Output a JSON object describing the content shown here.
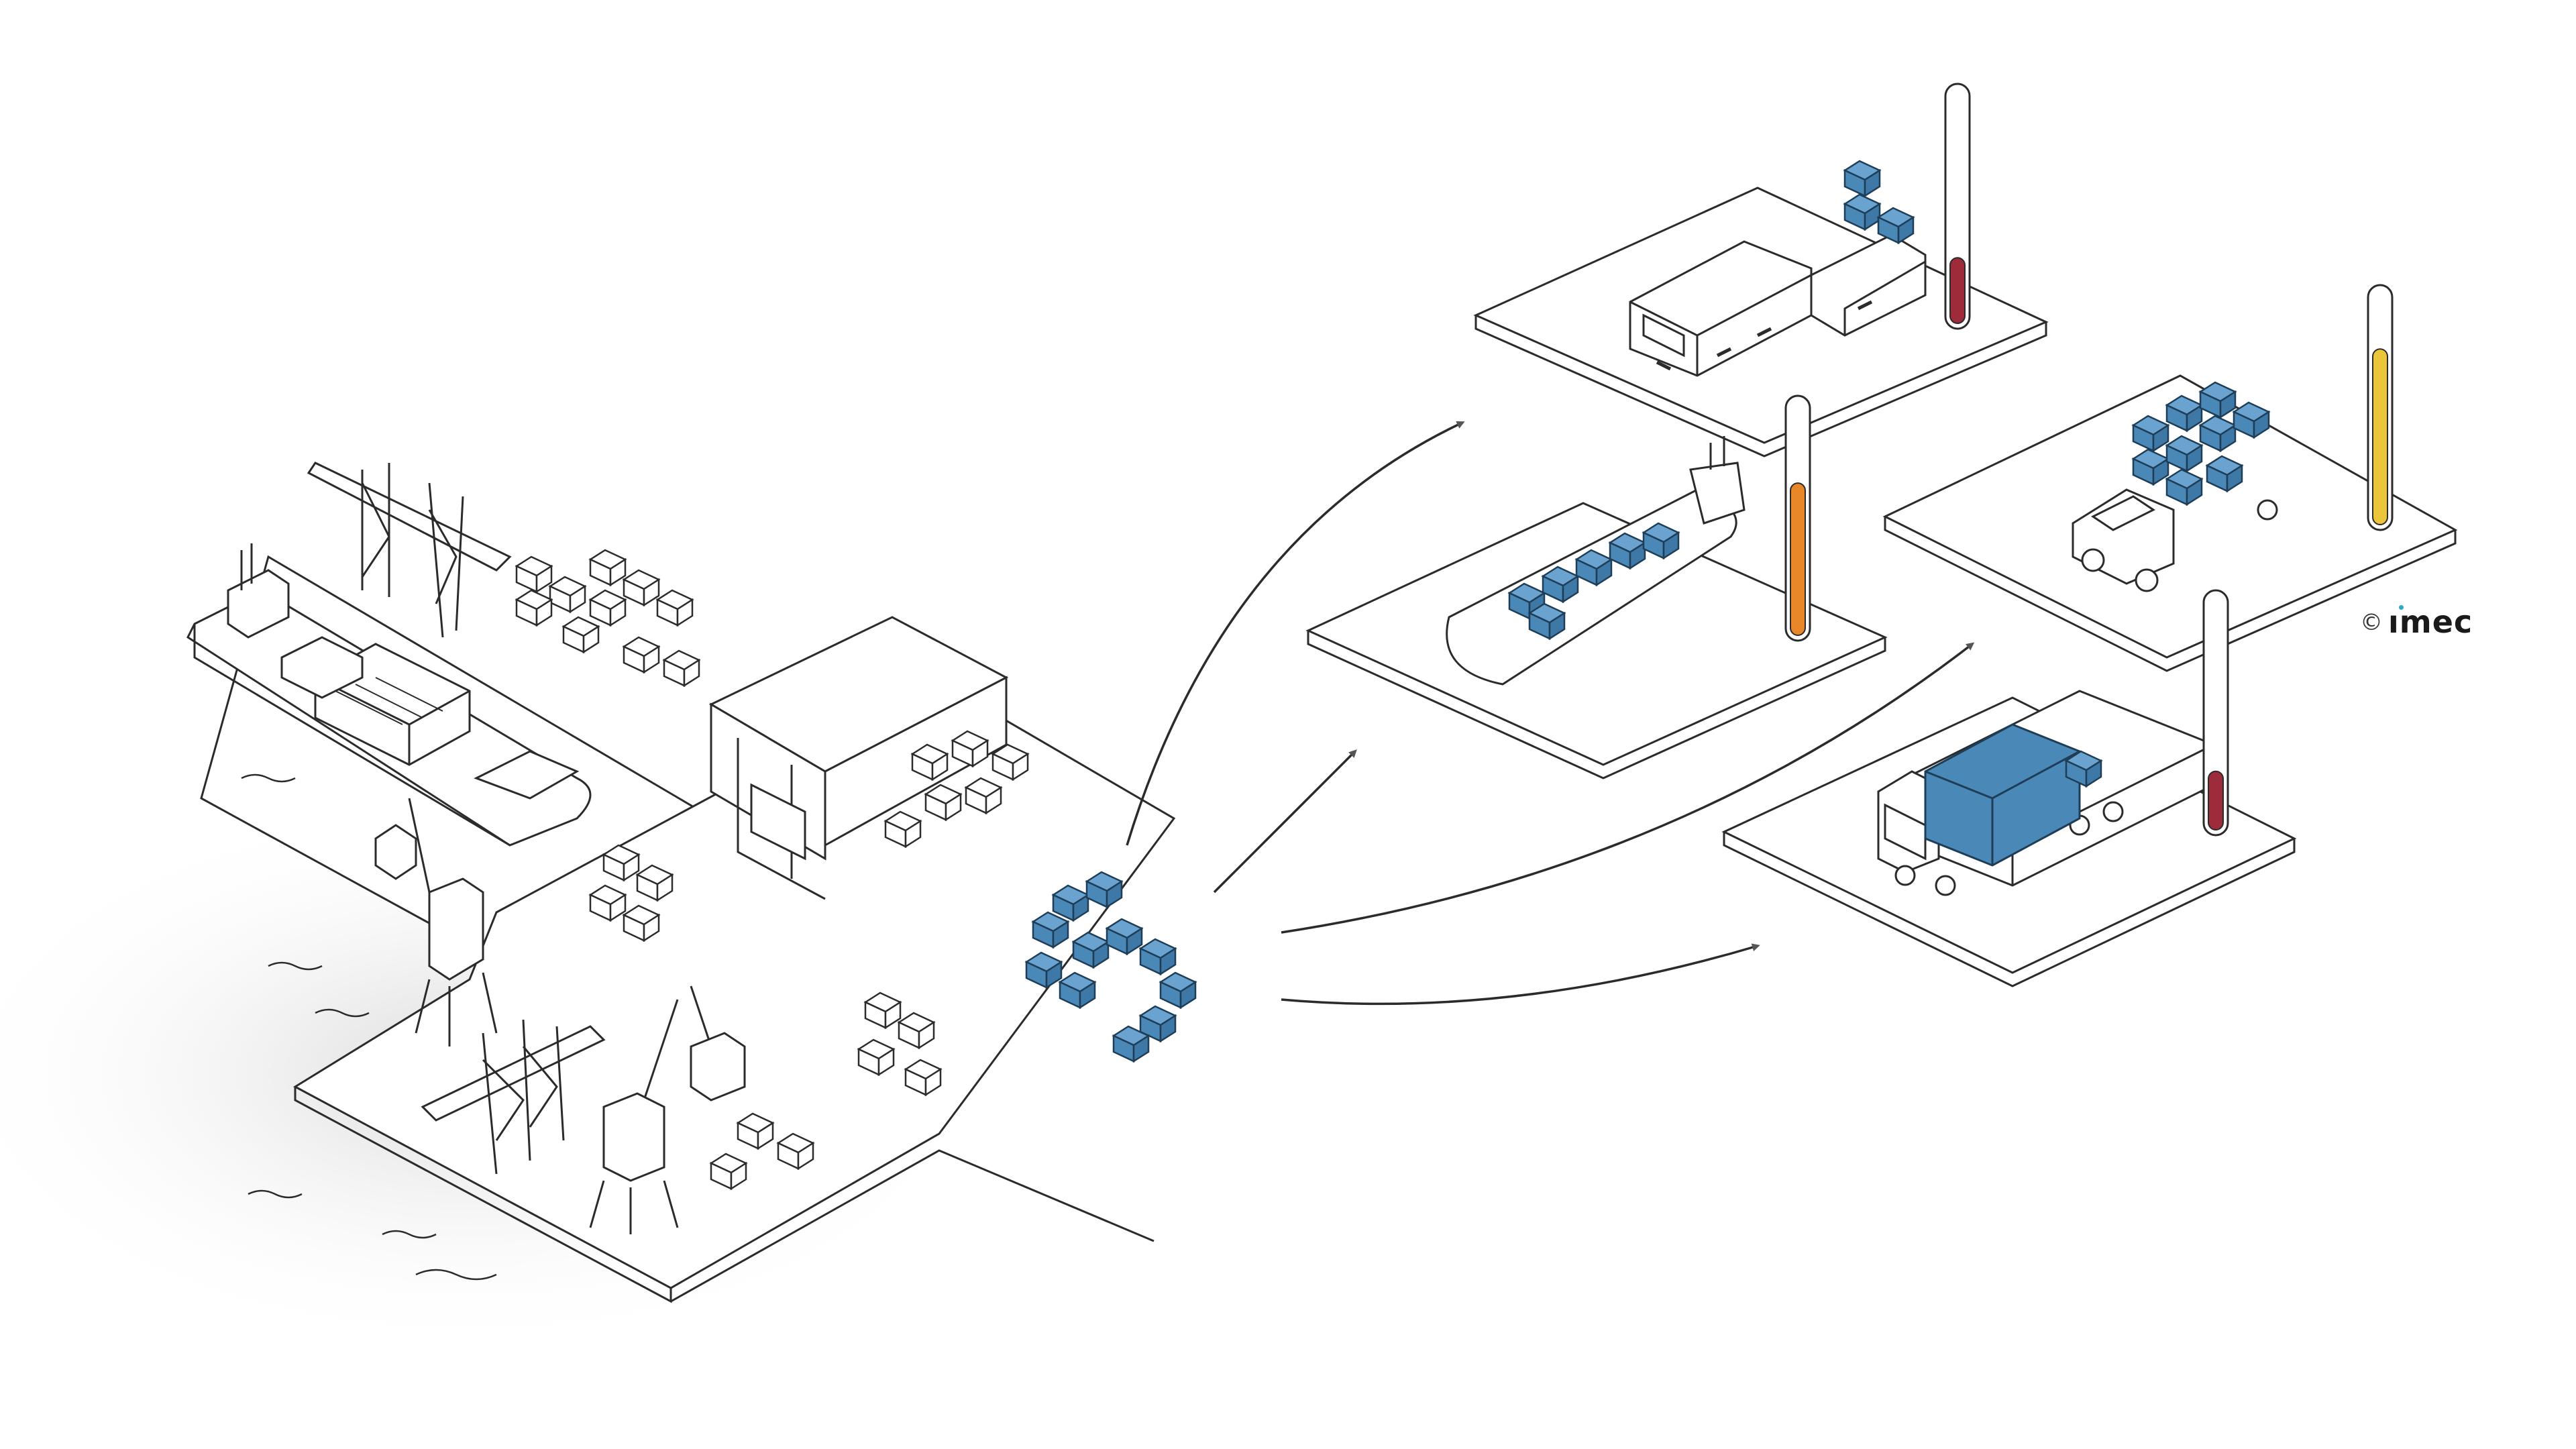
{
  "colors": {
    "container_blue": "#4A88B8",
    "line": "#2b2b2b",
    "thermo_red": "#9E2B3A",
    "thermo_orange": "#E8872A",
    "thermo_yellow": "#EBC53A",
    "arrow_grey": "#666666",
    "logo_dot": "#2FA8C9"
  },
  "scene": {
    "port": {
      "icons": [
        "cargo-ship-icon",
        "gantry-crane-icon",
        "warehouse-icon",
        "harbor-crane-icon",
        "cargo-boxes-icon"
      ]
    },
    "source_cargo": {
      "icon": "blue-containers-icon"
    },
    "destinations": [
      {
        "name": "rail-platform",
        "vehicle": "train-icon",
        "thermometer_level": 0.28,
        "thermometer_color": "thermo_red"
      },
      {
        "name": "ship-platform",
        "vehicle": "container-ship-icon",
        "thermometer_level": 0.65,
        "thermometer_color": "thermo_orange"
      },
      {
        "name": "van-platform",
        "vehicle": "delivery-van-icon",
        "thermometer_level": 0.75,
        "thermometer_color": "thermo_yellow"
      },
      {
        "name": "truck-platform",
        "vehicle": "semi-truck-icon",
        "thermometer_level": 0.25,
        "thermometer_color": "thermo_red"
      }
    ]
  },
  "branding": {
    "copyright": "©",
    "logo_text": "ımec"
  }
}
